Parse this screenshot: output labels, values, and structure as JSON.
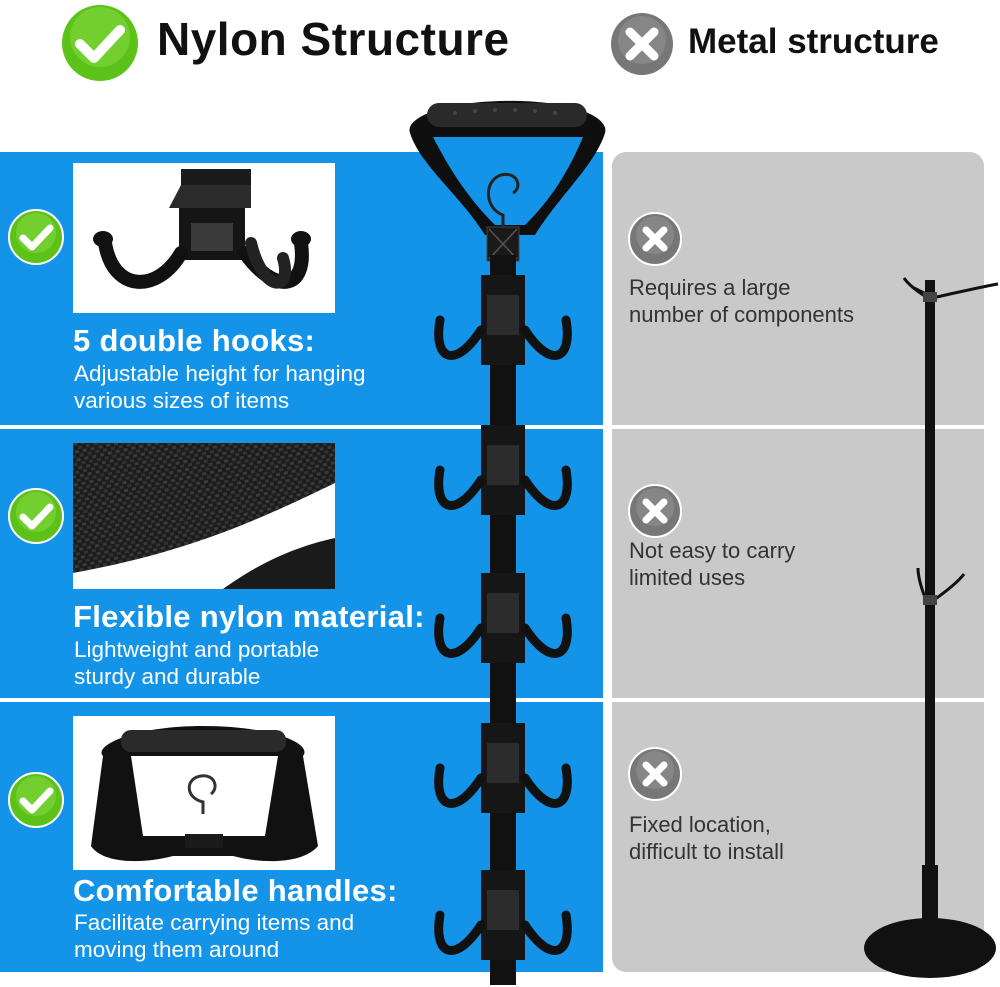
{
  "header": {
    "left_title": "Nylon Structure",
    "right_title": "Metal structure"
  },
  "features": [
    {
      "title": "5 double hooks:",
      "line1": "Adjustable height for hanging",
      "line2": "various sizes of items"
    },
    {
      "title": "Flexible nylon material:",
      "line1": "Lightweight and portable",
      "line2": "sturdy and durable"
    },
    {
      "title": "Comfortable handles:",
      "line1": "Facilitate carrying items and",
      "line2": "moving them around"
    }
  ],
  "drawbacks": [
    {
      "line1": "Requires a large",
      "line2": "number of components"
    },
    {
      "line1": "Not easy to carry",
      "line2": "limited uses"
    },
    {
      "line1": "Fixed location,",
      "line2": "difficult to install"
    }
  ],
  "icons": {
    "positive": "check-icon",
    "negative": "x-icon"
  },
  "colors": {
    "blue_panel": "#1494e8",
    "gray_panel": "#c9c9c9",
    "check_green": "#5cc21a",
    "x_gray": "#777777"
  }
}
